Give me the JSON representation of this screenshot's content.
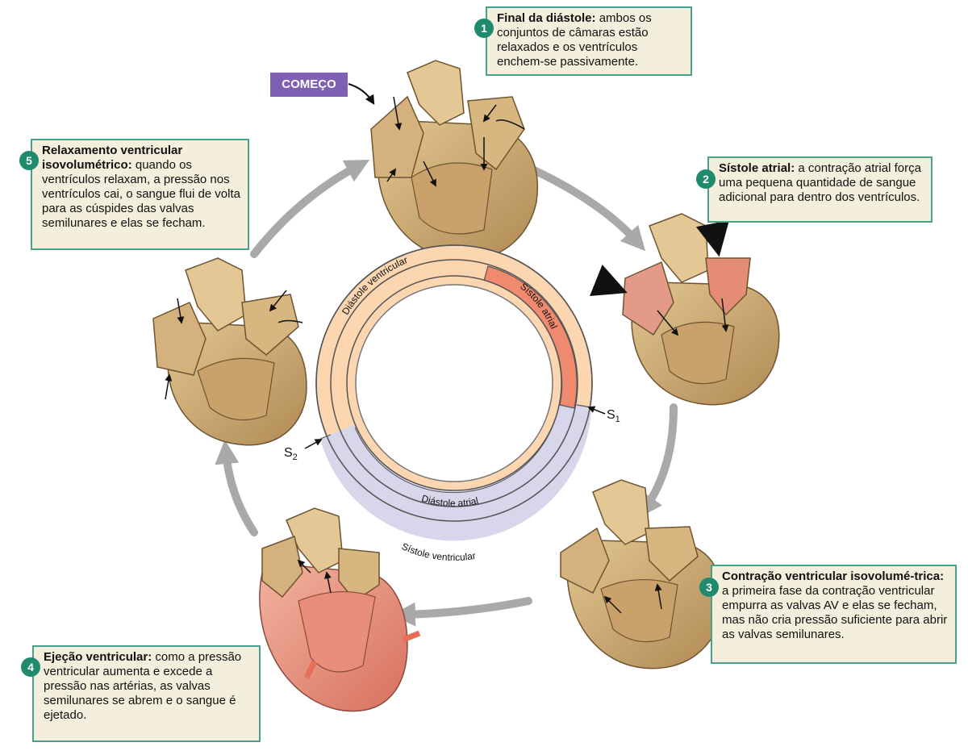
{
  "start_label": "COMEÇO",
  "steps": [
    {
      "number": "1",
      "title": "Final da diástole:",
      "text": "ambos os conjuntos de câmaras estão relaxados e os ventrículos enchem-se passivamente."
    },
    {
      "number": "2",
      "title": "Sístole atrial:",
      "text": "a contração atrial força uma pequena quantidade de sangue adicional para dentro dos ventrículos."
    },
    {
      "number": "3",
      "title": "Contração ventricular isovolumé-trica:",
      "text": "a primeira fase da contração ventricular empurra as valvas AV e elas se fecham, mas não cria pressão suficiente para abrir as valvas semilunares."
    },
    {
      "number": "4",
      "title": "Ejeção ventricular:",
      "text": "como a pressão ventricular aumenta e excede a pressão nas artérias, as valvas semilunares se abrem e o sangue é ejetado."
    },
    {
      "number": "5",
      "title": "Relaxamento ventricular isovolumétrico:",
      "text": "quando os ventrículos relaxam, a pressão nos ventrículos cai, o sangue flui de volta para as cúspides das valvas semilunares e elas se fecham."
    }
  ],
  "cycle": {
    "outer_top": "Diástole ventricular",
    "outer_bottom": "Sístole ventricular",
    "inner_top": "Sístole atrial",
    "inner_bottom": "Diástole atrial",
    "s1": "S",
    "s1_sub": "1",
    "s2": "S",
    "s2_sub": "2"
  },
  "colors": {
    "box_bg": "#f3efdc",
    "box_border": "#4aa08a",
    "badge": "#1f8a6c",
    "start": "#7f5fb3",
    "diastole": "#fcd6b0",
    "systole": "#d7d6ea",
    "atrial_systole": "#ef8a6e",
    "heart": "#c9a674",
    "heart_contract": "#e5897a"
  }
}
